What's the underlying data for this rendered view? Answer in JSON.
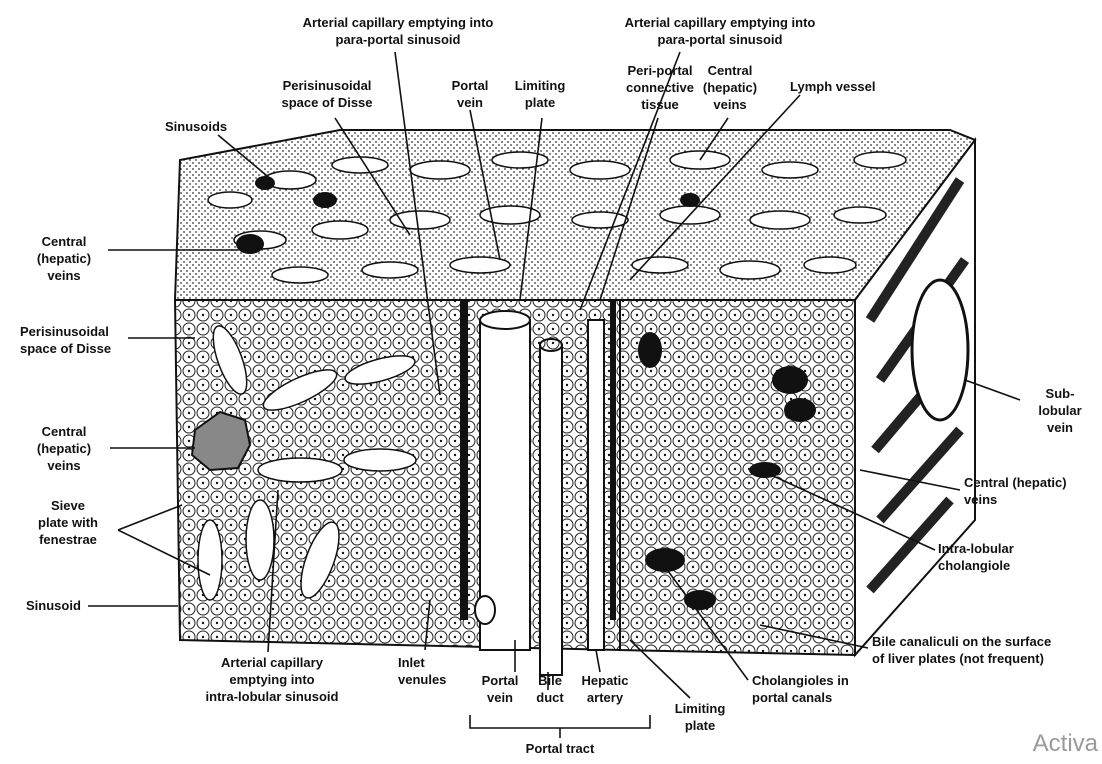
{
  "labels": {
    "arterial_para_portal_1": "Arterial capillary emptying into\npara-portal sinusoid",
    "arterial_para_portal_2": "Arterial capillary emptying into\npara-portal sinusoid",
    "perisinusoidal_top": "Perisinusoidal\nspace of Disse",
    "portal_vein_top": "Portal\nvein",
    "limiting_plate_top": "Limiting\nplate",
    "periportal_connective": "Peri-portal\nconnective\ntissue",
    "central_hepatic_top": "Central\n(hepatic)\nveins",
    "lymph_vessel": "Lymph vessel",
    "sinusoids": "Sinusoids",
    "central_hepatic_left1": "Central\n(hepatic)\nveins",
    "perisinusoidal_left": "Perisinusoidal\nspace of Disse",
    "central_hepatic_left2": "Central\n(hepatic)\nveins",
    "sieve_plate": "Sieve\nplate with\nfenestrae",
    "sinusoid": "Sinusoid",
    "arterial_intra_lobular": "Arterial capillary\nemptying into\nintra-lobular sinusoid",
    "inlet_venules": "Inlet\nvenules",
    "portal_vein_bottom": "Portal\nvein",
    "bile_duct": "Bile\nduct",
    "hepatic_artery": "Hepatic\nartery",
    "portal_tract": "Portal tract",
    "limiting_plate_bottom": "Limiting\nplate",
    "cholangioles_portal": "Cholangioles in\nportal canals",
    "bile_canaliculi": "Bile canaliculi on the surface\nof liver plates (not frequent)",
    "intra_lobular_cholangiole": "Intra-lobular\ncholangiole",
    "central_hepatic_right": "Central (hepatic)\nveins",
    "sub_lobular_vein": "Sub-\nlobular\nvein"
  },
  "watermark": "Activa"
}
